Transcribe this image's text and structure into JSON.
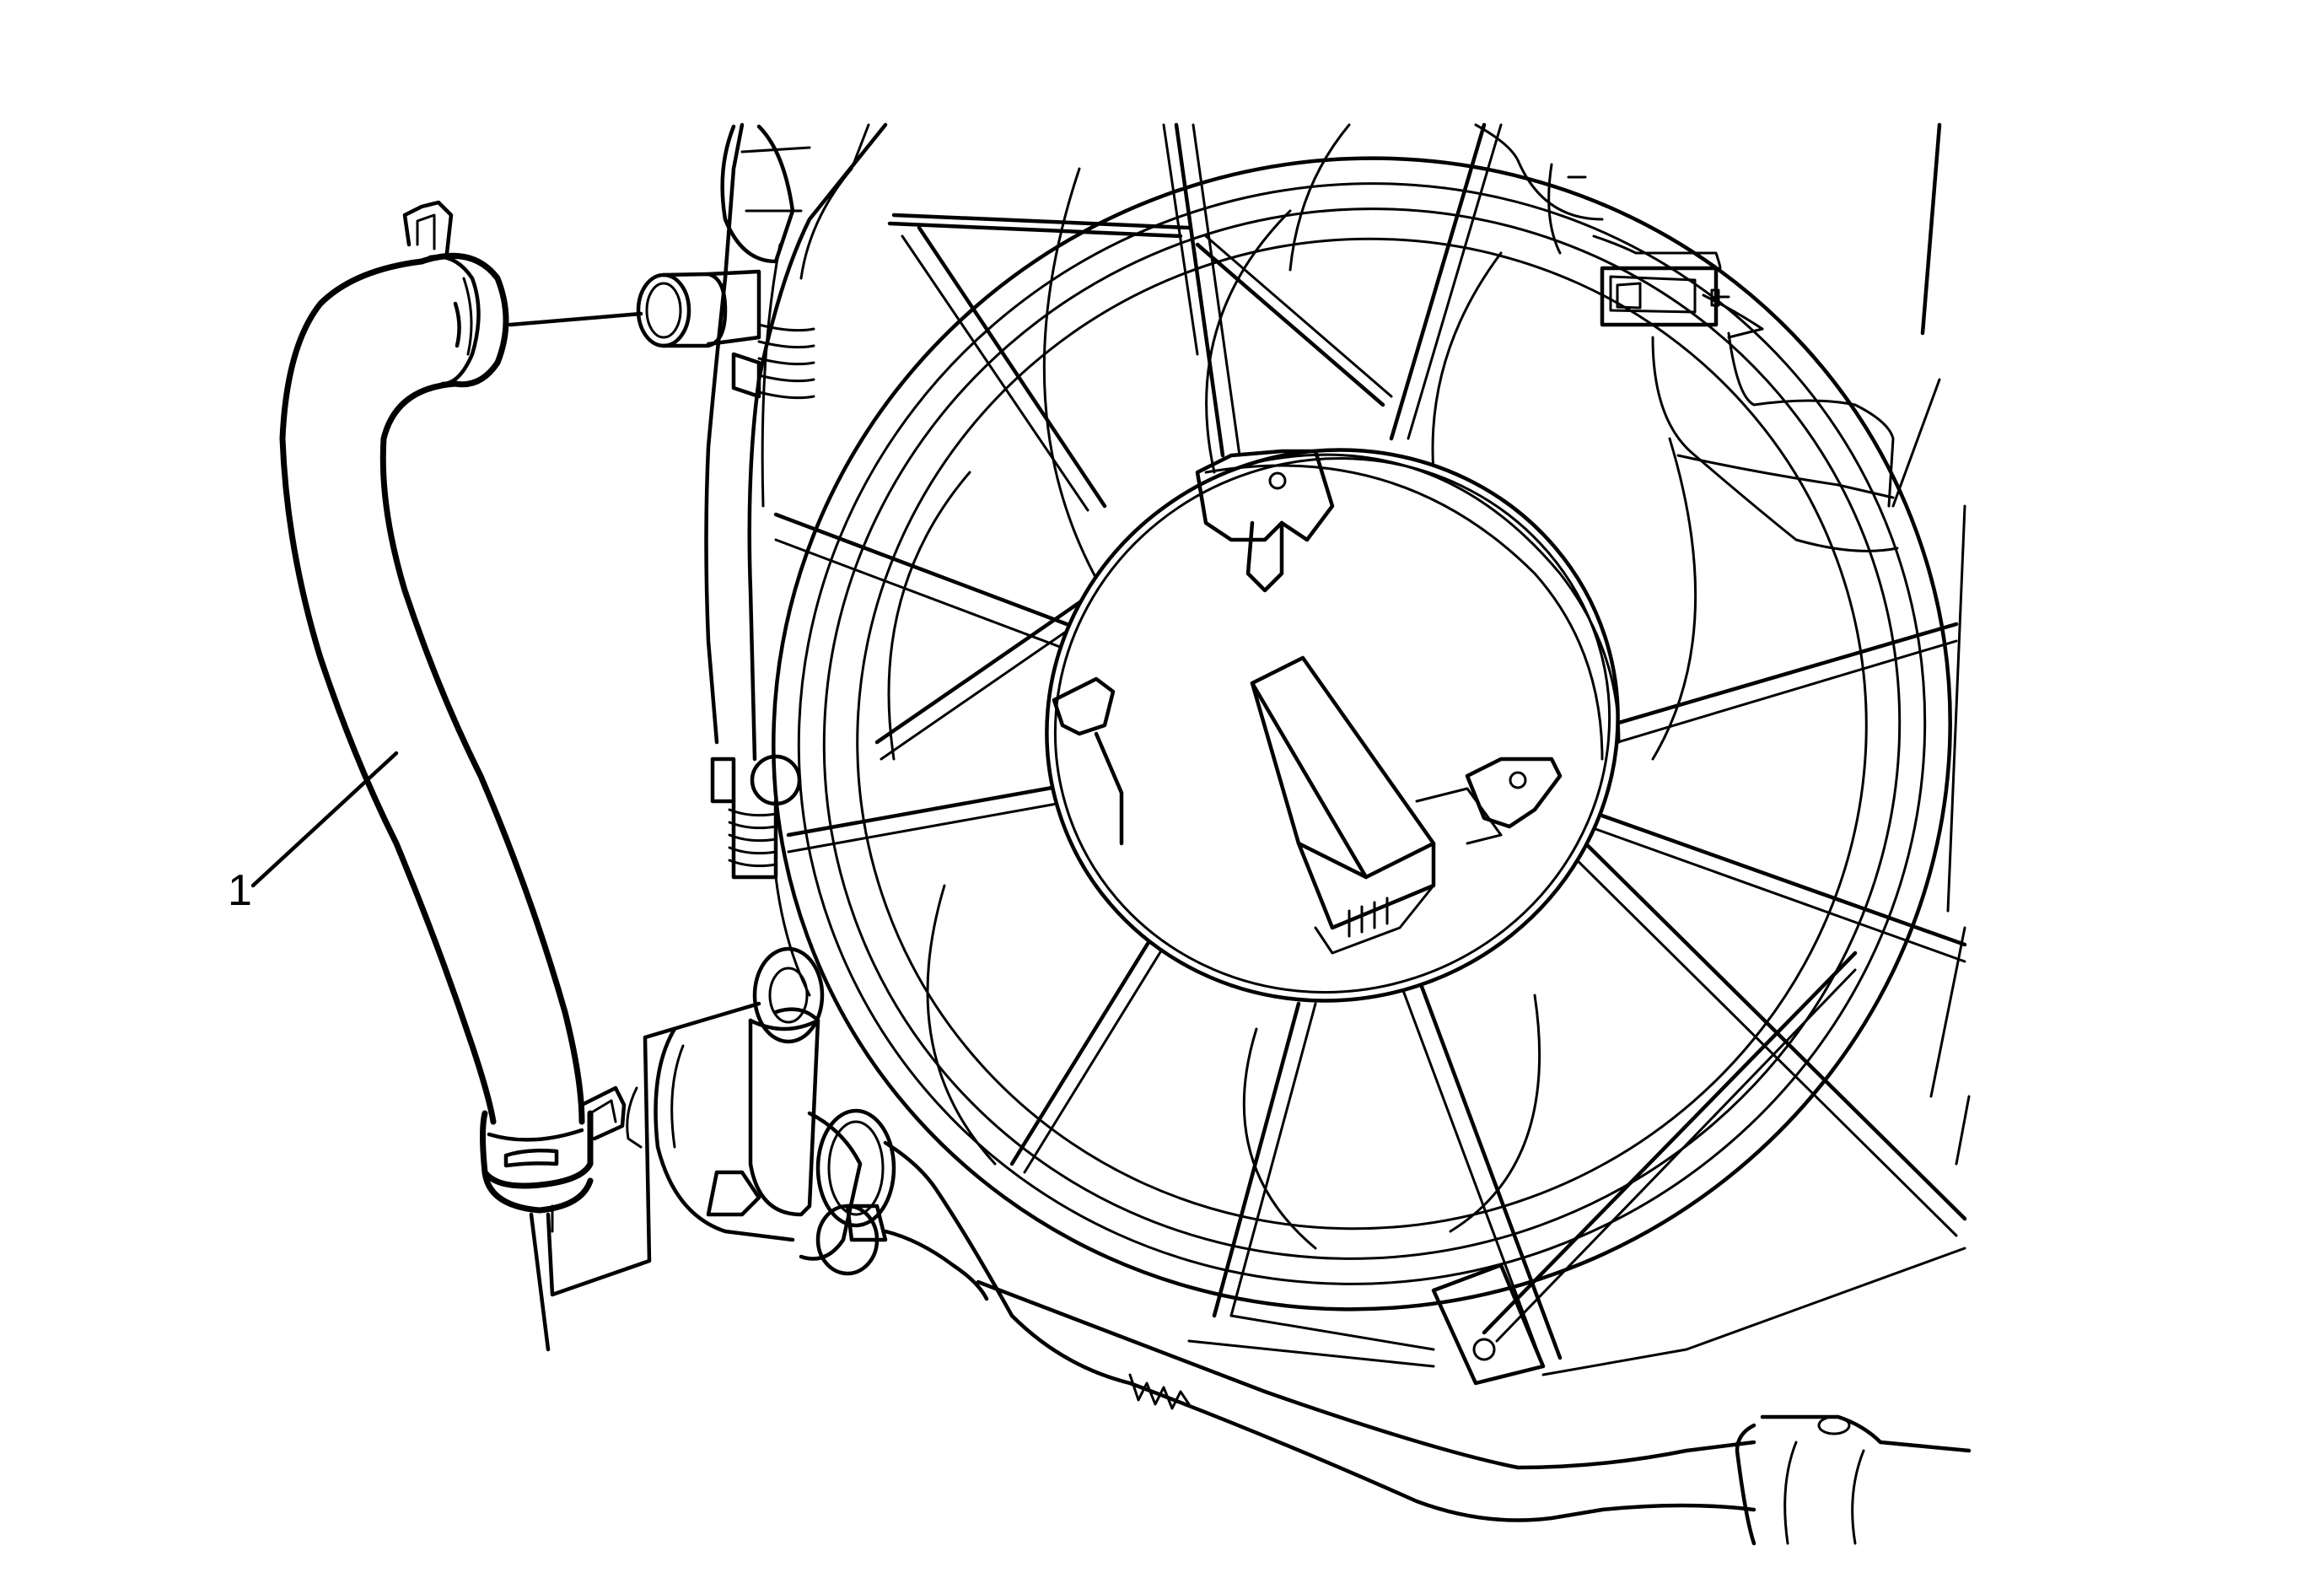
{
  "figure": {
    "type": "technical-line-illustration",
    "subject": "radiator hose and cooling fan assembly",
    "background_color": "#ffffff",
    "line_color": "#000000"
  },
  "callouts": [
    {
      "label": "1",
      "target": "radiator-hose"
    }
  ]
}
